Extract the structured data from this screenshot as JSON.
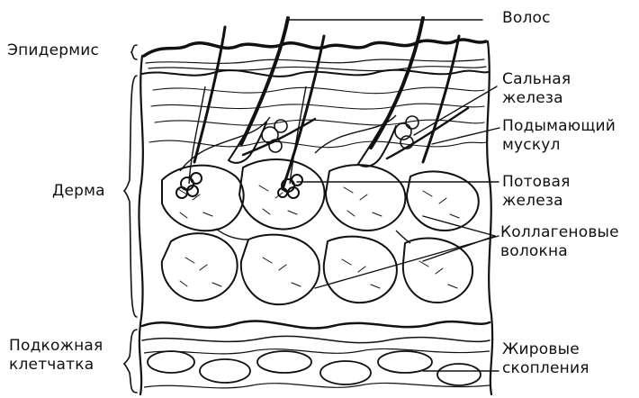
{
  "labels": {
    "hair": "Волос",
    "sebaceous": [
      "Сальная",
      "железа"
    ],
    "arrector": [
      "Подымающий",
      "мускул"
    ],
    "sweat": [
      "Потовая",
      "железа"
    ],
    "collagen": [
      "Коллагеновые",
      "волокна"
    ],
    "fat": [
      "Жировые",
      "скопления"
    ],
    "epidermis": "Эпидермис",
    "dermis": "Дерма",
    "hypodermis": [
      "Подкожная",
      "клетчатка"
    ]
  },
  "colors": {
    "ink": "#111111",
    "paper": "#ffffff"
  }
}
